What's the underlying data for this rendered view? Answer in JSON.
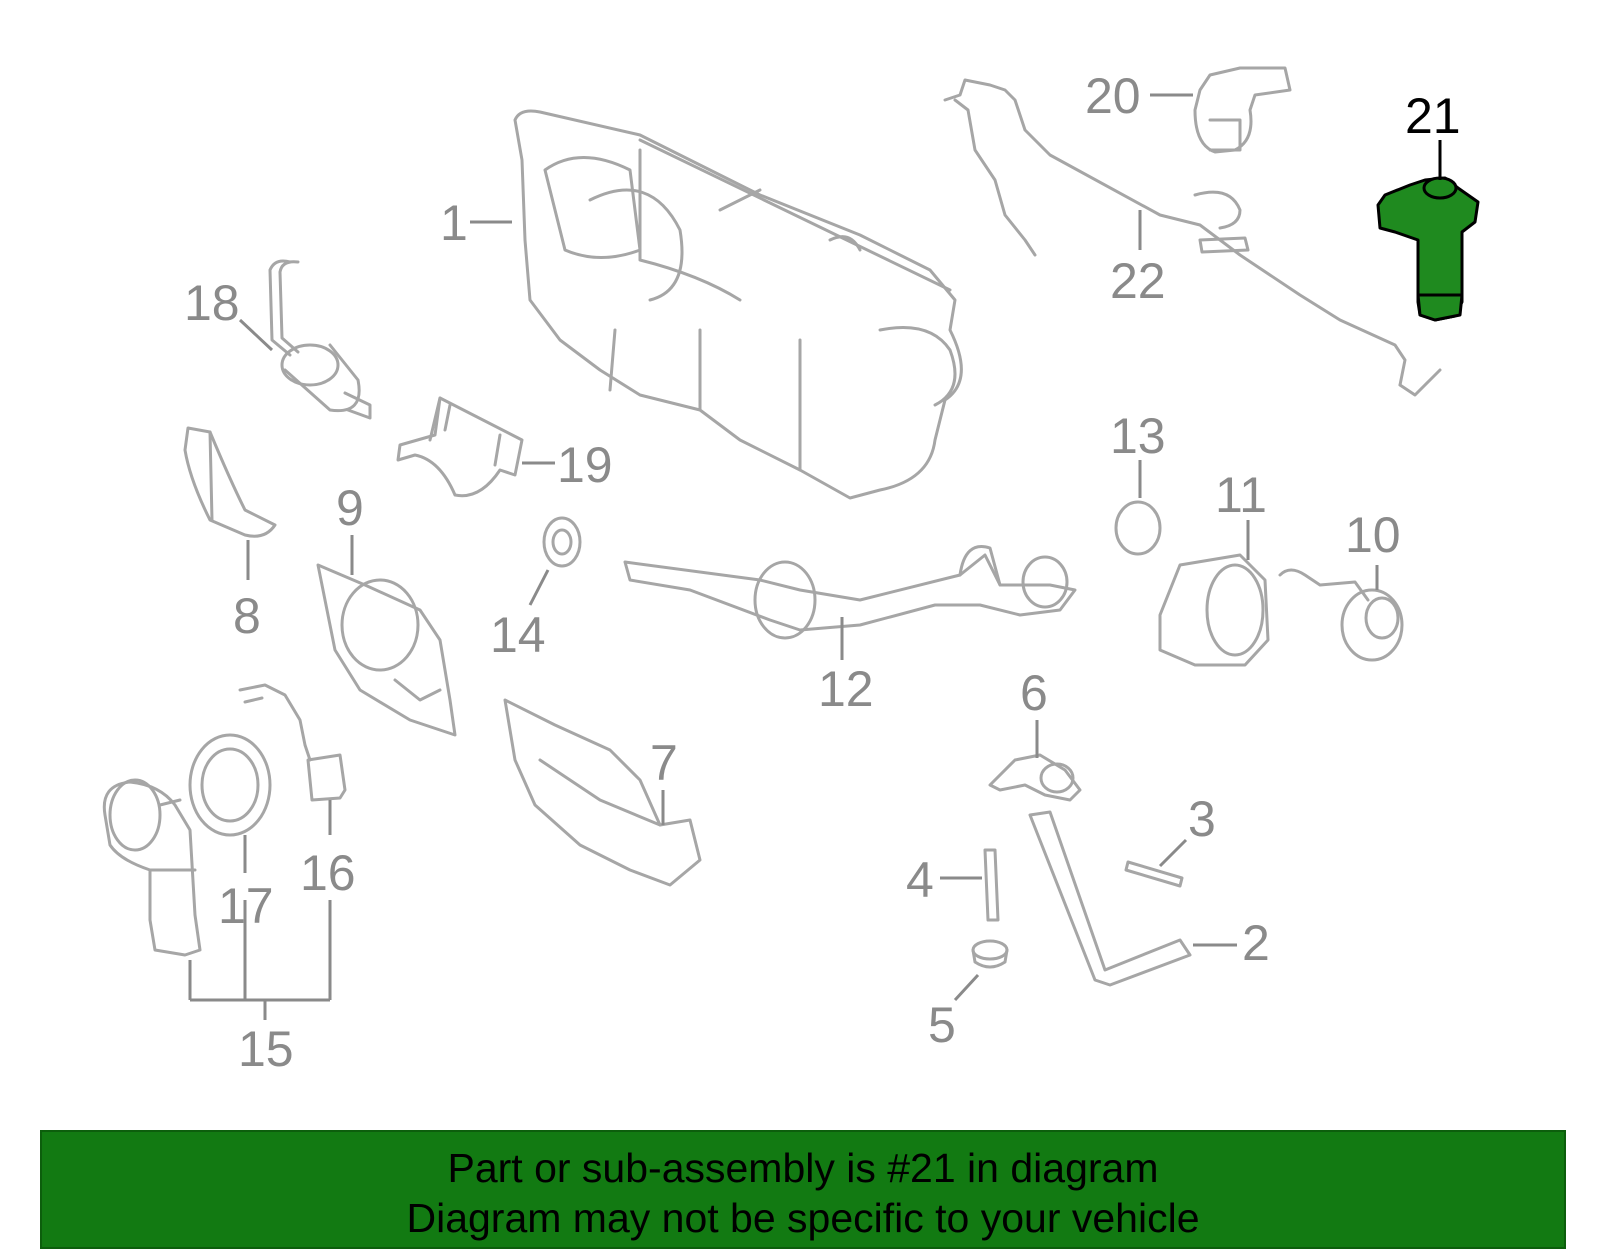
{
  "diagram": {
    "callouts": [
      "1",
      "2",
      "3",
      "4",
      "5",
      "6",
      "7",
      "8",
      "9",
      "10",
      "11",
      "12",
      "13",
      "14",
      "15",
      "16",
      "17",
      "18",
      "19",
      "20",
      "21",
      "22"
    ],
    "highlighted_callout": "21",
    "highlight_color": "#1f8a1f"
  },
  "banner": {
    "line1": "Part or sub-assembly is #21 in diagram",
    "line2": "Diagram may not be specific to your vehicle",
    "background_color": "#127a12"
  }
}
